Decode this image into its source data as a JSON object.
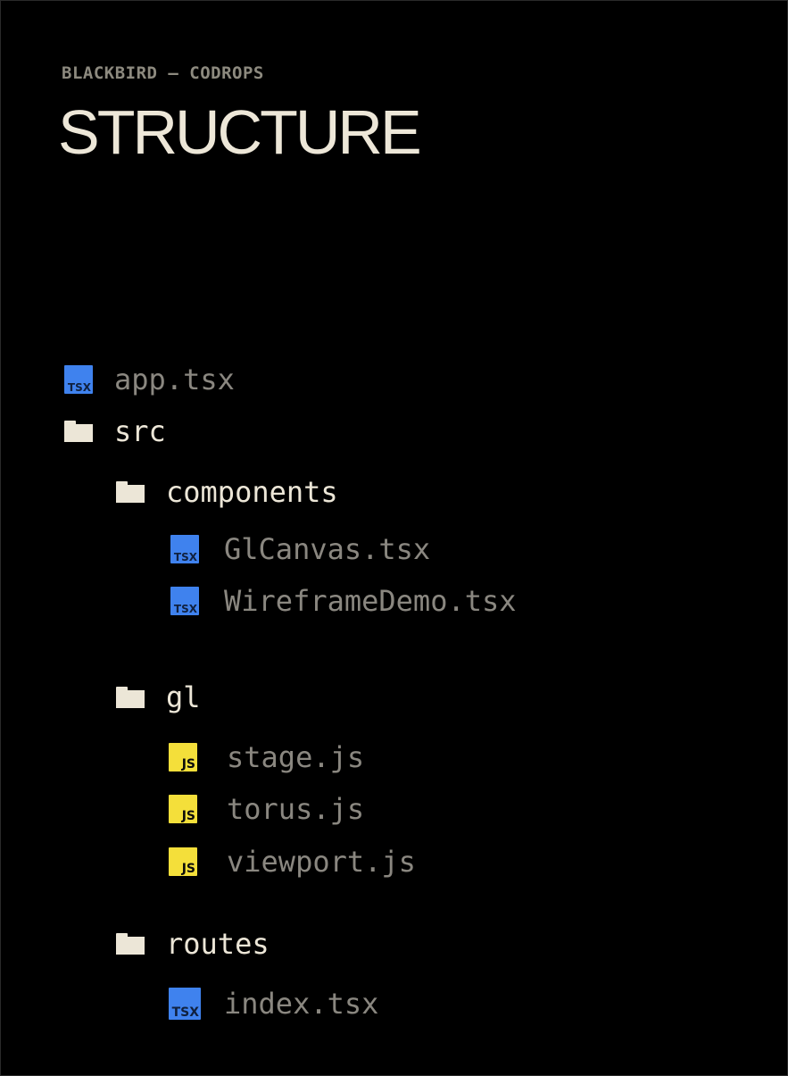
{
  "header": {
    "eyebrow": "BLACKBIRD — CODROPS",
    "title": "STRUCTURE"
  },
  "tree": [
    {
      "label": "app.tsx",
      "type": "tsx",
      "icon": "tsx-file-icon",
      "icon_text": "TSX"
    },
    {
      "label": "src",
      "type": "folder",
      "icon": "folder-icon"
    },
    {
      "label": "components",
      "type": "folder",
      "icon": "folder-icon"
    },
    {
      "label": "GlCanvas.tsx",
      "type": "tsx",
      "icon": "tsx-file-icon",
      "icon_text": "TSX"
    },
    {
      "label": "WireframeDemo.tsx",
      "type": "tsx",
      "icon": "tsx-file-icon",
      "icon_text": "TSX"
    },
    {
      "label": "gl",
      "type": "folder",
      "icon": "folder-icon"
    },
    {
      "label": "stage.js",
      "type": "js",
      "icon": "js-file-icon",
      "icon_text": "JS"
    },
    {
      "label": "torus.js",
      "type": "js",
      "icon": "js-file-icon",
      "icon_text": "JS"
    },
    {
      "label": "viewport.js",
      "type": "js",
      "icon": "js-file-icon",
      "icon_text": "JS"
    },
    {
      "label": "routes",
      "type": "folder",
      "icon": "folder-icon"
    },
    {
      "label": "index.tsx",
      "type": "tsx",
      "icon": "tsx-file-icon",
      "icon_text": "TSX"
    }
  ],
  "colors": {
    "background": "#000000",
    "folder_text": "#ece6d7",
    "file_text": "#8a8780",
    "tsx_icon": "#3f82ee",
    "js_icon": "#f4df3a"
  }
}
